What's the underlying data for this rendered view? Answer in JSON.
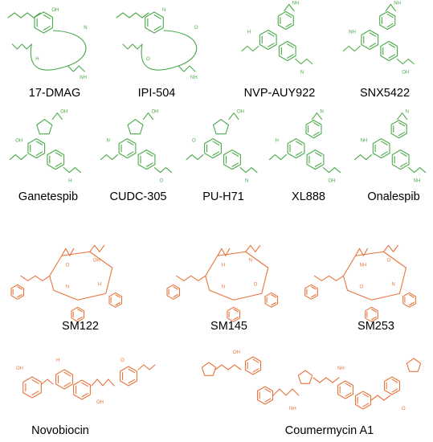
{
  "colors": {
    "green_group": "#4aaa4a",
    "orange_group": "#e8743b",
    "label_text": "#000000"
  },
  "compounds": [
    {
      "name": "17-DMAG",
      "group": "green"
    },
    {
      "name": "IPI-504",
      "group": "green"
    },
    {
      "name": "NVP-AUY922",
      "group": "green"
    },
    {
      "name": "SNX5422",
      "group": "green"
    },
    {
      "name": "Ganetespib",
      "group": "green"
    },
    {
      "name": "CUDC-305",
      "group": "green"
    },
    {
      "name": "PU-H71",
      "group": "green"
    },
    {
      "name": "XL888",
      "group": "green"
    },
    {
      "name": "Onalespib",
      "group": "green"
    },
    {
      "name": "SM122",
      "group": "orange"
    },
    {
      "name": "SM145",
      "group": "orange"
    },
    {
      "name": "SM253",
      "group": "orange"
    },
    {
      "name": "Novobiocin",
      "group": "orange"
    },
    {
      "name": "Coumermycin A1",
      "group": "orange"
    }
  ]
}
